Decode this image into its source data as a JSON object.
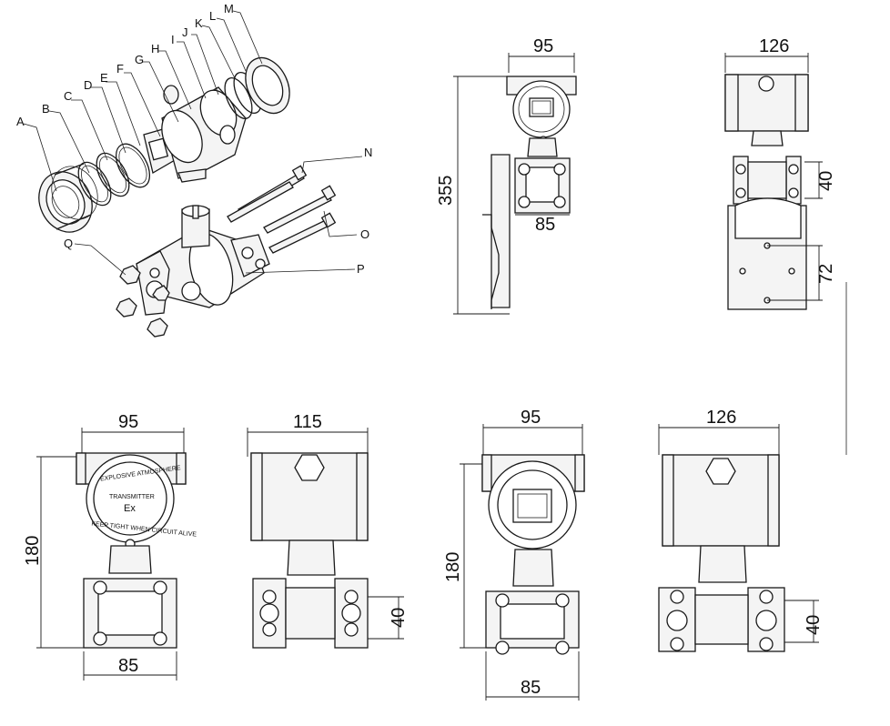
{
  "exploded": {
    "part_labels": [
      "A",
      "B",
      "C",
      "D",
      "E",
      "F",
      "G",
      "H",
      "I",
      "J",
      "K",
      "L",
      "M",
      "N",
      "O",
      "P",
      "Q"
    ]
  },
  "view_a": {
    "width": "95",
    "height": "355",
    "base": "85"
  },
  "view_b": {
    "width": "126",
    "flange": "40",
    "bracket": "72"
  },
  "view_c": {
    "width": "95",
    "height": "180",
    "base": "85",
    "face_top": "EXPLOSIVE ATMOSPHERE",
    "face_bottom": "KEEP TIGHT WHEN CIRCUIT ALIVE",
    "face_mid": "TRANSMITTER",
    "face_ex": "Ex"
  },
  "view_d": {
    "width": "115",
    "flange": "40"
  },
  "view_e": {
    "width": "95",
    "height": "180",
    "base": "85"
  },
  "view_f": {
    "width": "126",
    "flange": "40"
  }
}
